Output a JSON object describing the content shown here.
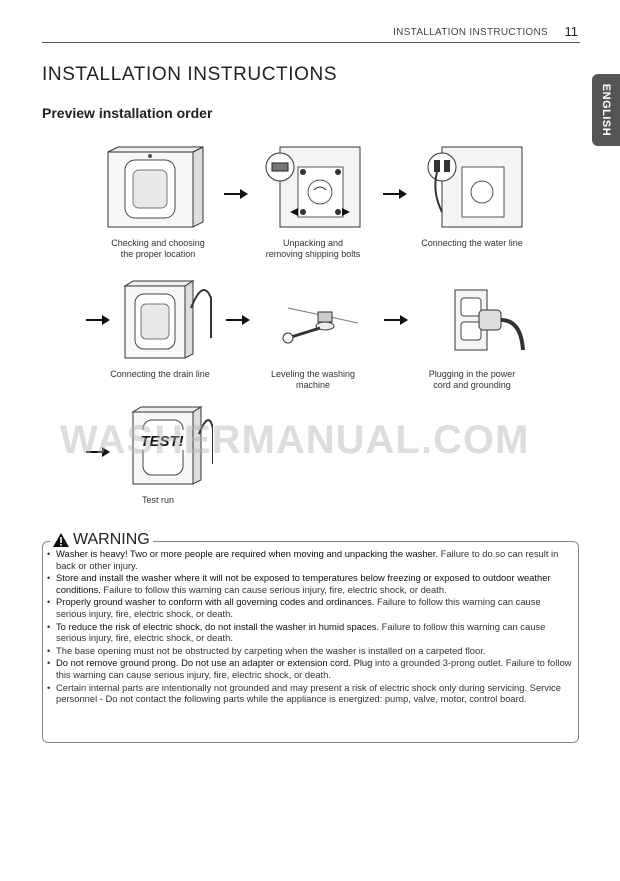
{
  "header": {
    "section": "INSTALLATION INSTRUCTIONS",
    "page": "11"
  },
  "side_tab": "ENGLISH",
  "title": "INSTALLATION INSTRUCTIONS",
  "subtitle": "Preview installation order",
  "steps": [
    {
      "line1": "Checking and choosing",
      "line2": "the proper location"
    },
    {
      "line1": "Unpacking and",
      "line2": "removing shipping bolts"
    },
    {
      "line1": "Connecting the water line",
      "line2": ""
    },
    {
      "line1": "Connecting the drain line",
      "line2": ""
    },
    {
      "line1": "Leveling the washing",
      "line2": "machine"
    },
    {
      "line1": "Plugging in the power",
      "line2": "cord and grounding"
    },
    {
      "line1": "Test run",
      "line2": ""
    }
  ],
  "test_label": "TEST!",
  "watermark": "WASHERMANUAL.COM",
  "warning": {
    "heading": "WARNING",
    "items": [
      {
        "bold": "Washer is heavy! Two or more people are required when moving and unpacking the washer.",
        "rest": " Failure to do so can result in back or other injury."
      },
      {
        "bold": "Store and install the washer where it will not be exposed to temperatures below freezing or exposed to outdoor weather conditions.",
        "rest": " Failure to follow this warning can cause serious injury, fire, electric shock, or death."
      },
      {
        "bold": "Properly ground washer to conform with all governing codes and ordinances.",
        "rest": " Failure to follow this warning can cause serious injury, fire, electric shock, or death."
      },
      {
        "bold": "To reduce the risk of electric shock, do not install the washer in humid spaces.",
        "rest": " Failure to follow this warning can cause serious injury, fire, electric shock, or death."
      },
      {
        "bold": "",
        "rest": "The base opening must not be obstructed by carpeting when the washer is installed on a carpeted floor."
      },
      {
        "bold": "Do not remove ground prong. Do not use an adapter or extension cord. Plug",
        "rest": " into a grounded 3-prong outlet. Failure to follow this warning can cause serious injury, fire, electric shock, or death."
      },
      {
        "bold": "",
        "rest": "Certain internal parts are intentionally not grounded and may present a risk of electric shock only during servicing. Service personnel - Do not contact the following parts while the appliance is energized: pump, valve, motor, control board."
      }
    ]
  }
}
